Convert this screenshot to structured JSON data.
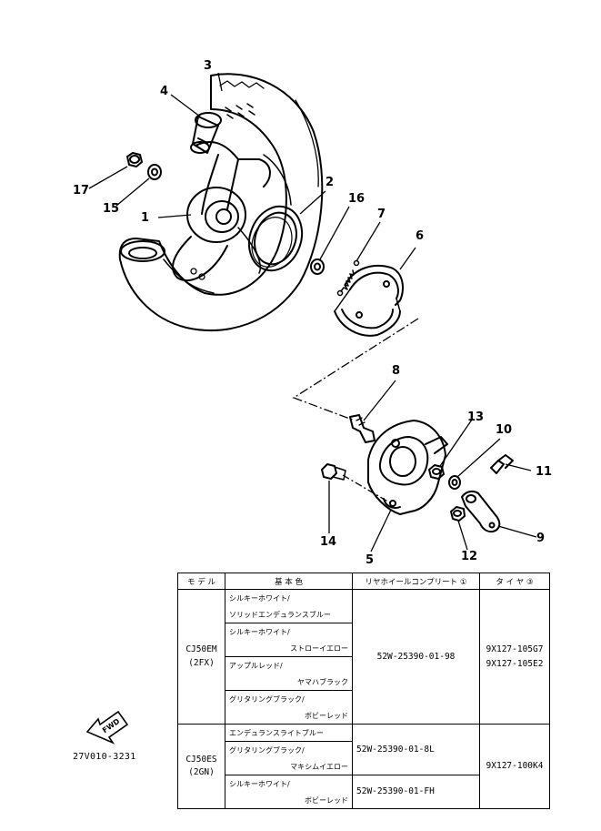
{
  "callouts": {
    "c1": "1",
    "c2": "2",
    "c3": "3",
    "c4": "4",
    "c5": "5",
    "c6": "6",
    "c7": "7",
    "c8": "8",
    "c9": "9",
    "c10": "10",
    "c11": "11",
    "c12": "12",
    "c13": "13",
    "c14": "14",
    "c15": "15",
    "c16": "16",
    "c17": "17"
  },
  "fwd_label": "FWD",
  "drawing_code": "27V010-3231",
  "table": {
    "headers": {
      "model": "モ デ ル",
      "color": "基 本 色",
      "part": "リヤホイールコンプリート ①",
      "tire": "タ イ ヤ ③"
    },
    "group1": {
      "model_line1": "CJ50EM",
      "model_line2": "(2FX)",
      "colors": [
        "シルキーホワイト/",
        "ソリッドエンデュランスブルー",
        "シルキーホワイト/",
        "ストローイエロー",
        "アップルレッド/",
        "ヤマハブラック",
        "グリタリングブラック/",
        "ボビーレッド"
      ],
      "part_no": "52W-25390-01-98",
      "tire_a": "9X127-105G7",
      "tire_b": "9X127-105E2"
    },
    "group2": {
      "model_line1": "CJ50ES",
      "model_line2": "(2GN)",
      "colors": [
        "エンデュランスライトブルー",
        "グリタリングブラック/",
        "マキシムイエロー",
        "シルキーホワイト/",
        "ボビーレッド"
      ],
      "part_no_a": "52W-25390-01-8L",
      "part_no_b": "52W-25390-01-FH",
      "tire": "9X127-100K4"
    }
  }
}
